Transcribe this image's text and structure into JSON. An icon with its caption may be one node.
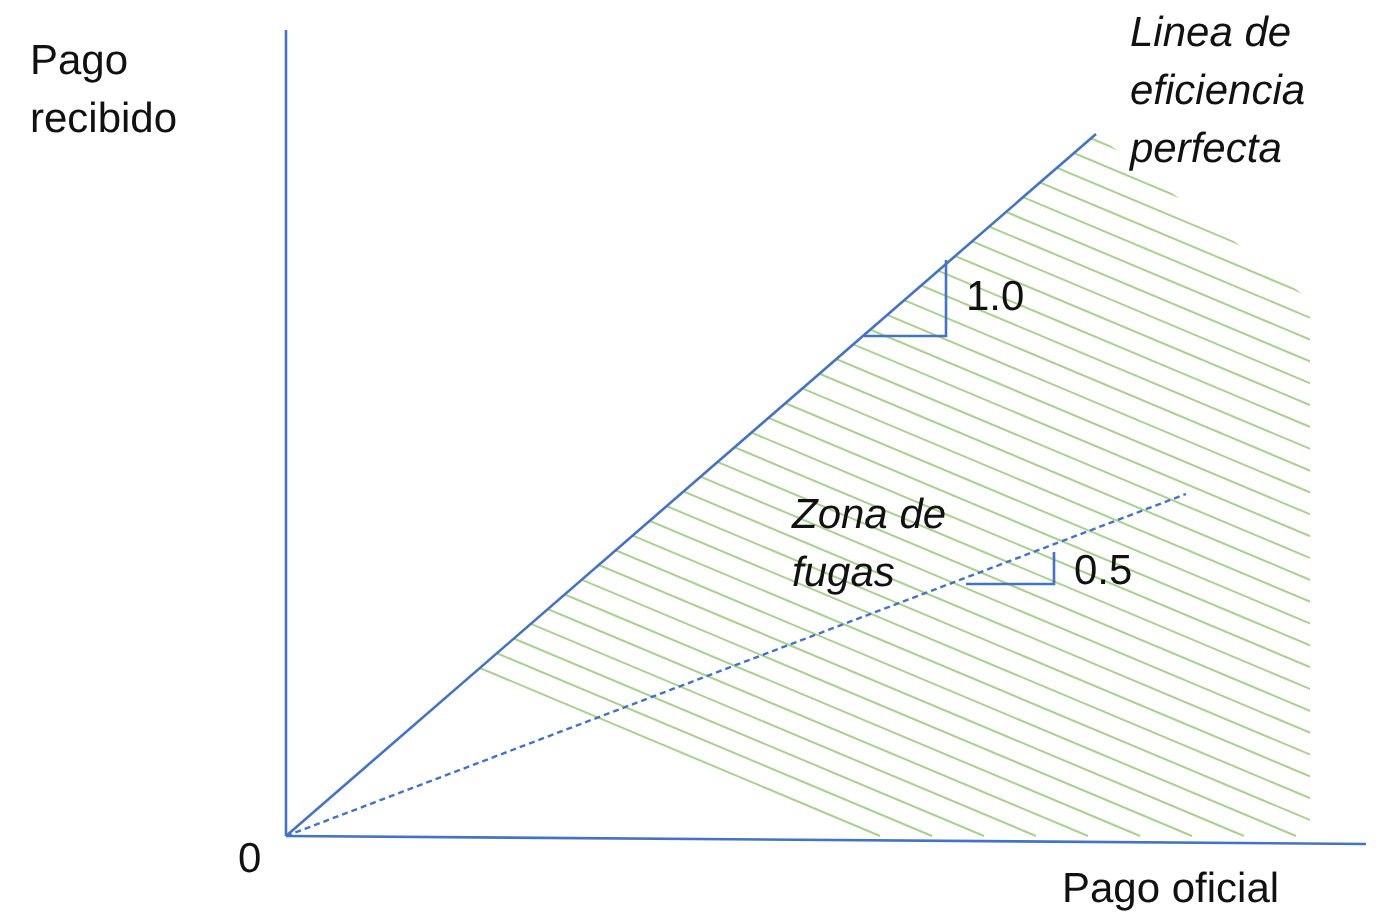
{
  "diagram": {
    "labels": [
      "Pago recibido",
      "Linea de eficiencia perfecta",
      "1.0",
      "Zona de fugas",
      "0.5",
      "0",
      "Pago oficial"
    ]
  }
}
